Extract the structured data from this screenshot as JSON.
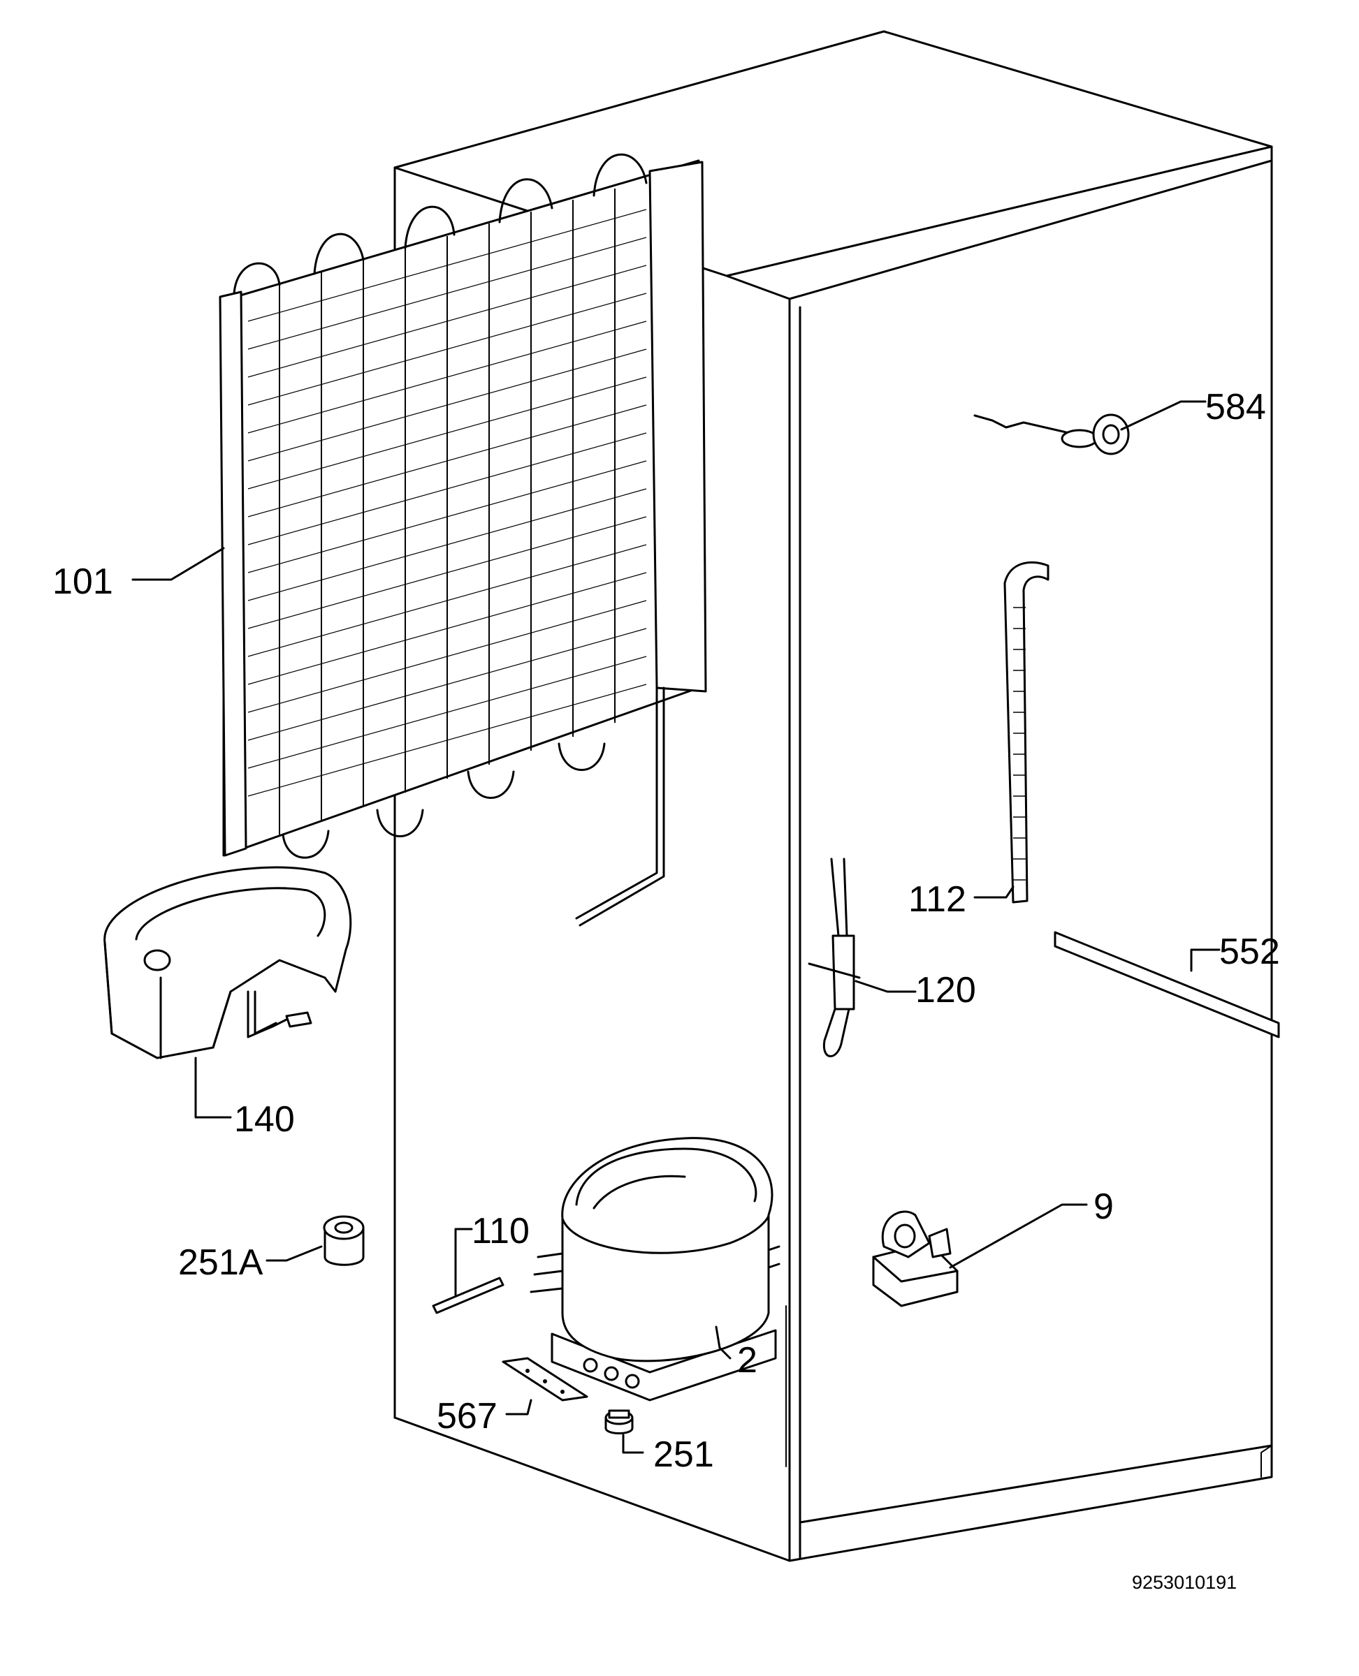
{
  "labels": {
    "l584": "584",
    "l101": "101",
    "l112": "112",
    "l552": "552",
    "l120": "120",
    "l140": "140",
    "l9": "9",
    "l110": "110",
    "l251a": "251A",
    "l2": "2",
    "l567": "567",
    "l251": "251"
  },
  "document_number": "9253010191"
}
